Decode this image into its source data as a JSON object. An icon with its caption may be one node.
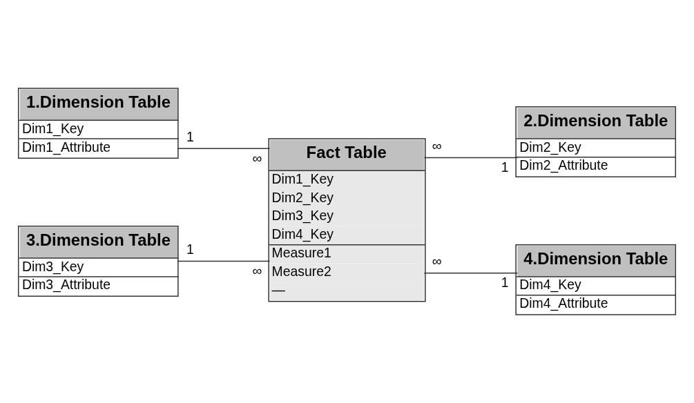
{
  "diagram": {
    "nodes": [
      {
        "text": [
          "1.Dimension Table",
          "Dim1_Key",
          "Dim1_Attribute"
        ]
      },
      {
        "text": [
          "Fact Table",
          "Dim1_Key",
          "Dim2_Key",
          "Dim3_Key",
          "Dim4_Key",
          "Measure1",
          "Measure2",
          "—"
        ]
      },
      {
        "text": [
          "2.Dimension Table",
          "Dim2_Key",
          "Dim2_Attribute"
        ]
      },
      {
        "text": [
          "3.Dimension Table",
          "Dim3_Key",
          "Dim3_Attribute"
        ]
      },
      {
        "text": [
          "4.Dimension Table",
          "Dim4_Key",
          "Dim4_Attribute"
        ]
      }
    ],
    "edges": [
      {
        "from": 0,
        "to": 1,
        "arrow": "none"
      },
      {
        "from": 1,
        "to": 2,
        "arrow": "none"
      },
      {
        "from": 3,
        "to": 1,
        "arrow": "none"
      },
      {
        "from": 1,
        "to": 4,
        "arrow": "none"
      }
    ],
    "labels": [
      "1",
      "1",
      "∞",
      "∞",
      "∞",
      "∞",
      "1",
      "1"
    ]
  }
}
